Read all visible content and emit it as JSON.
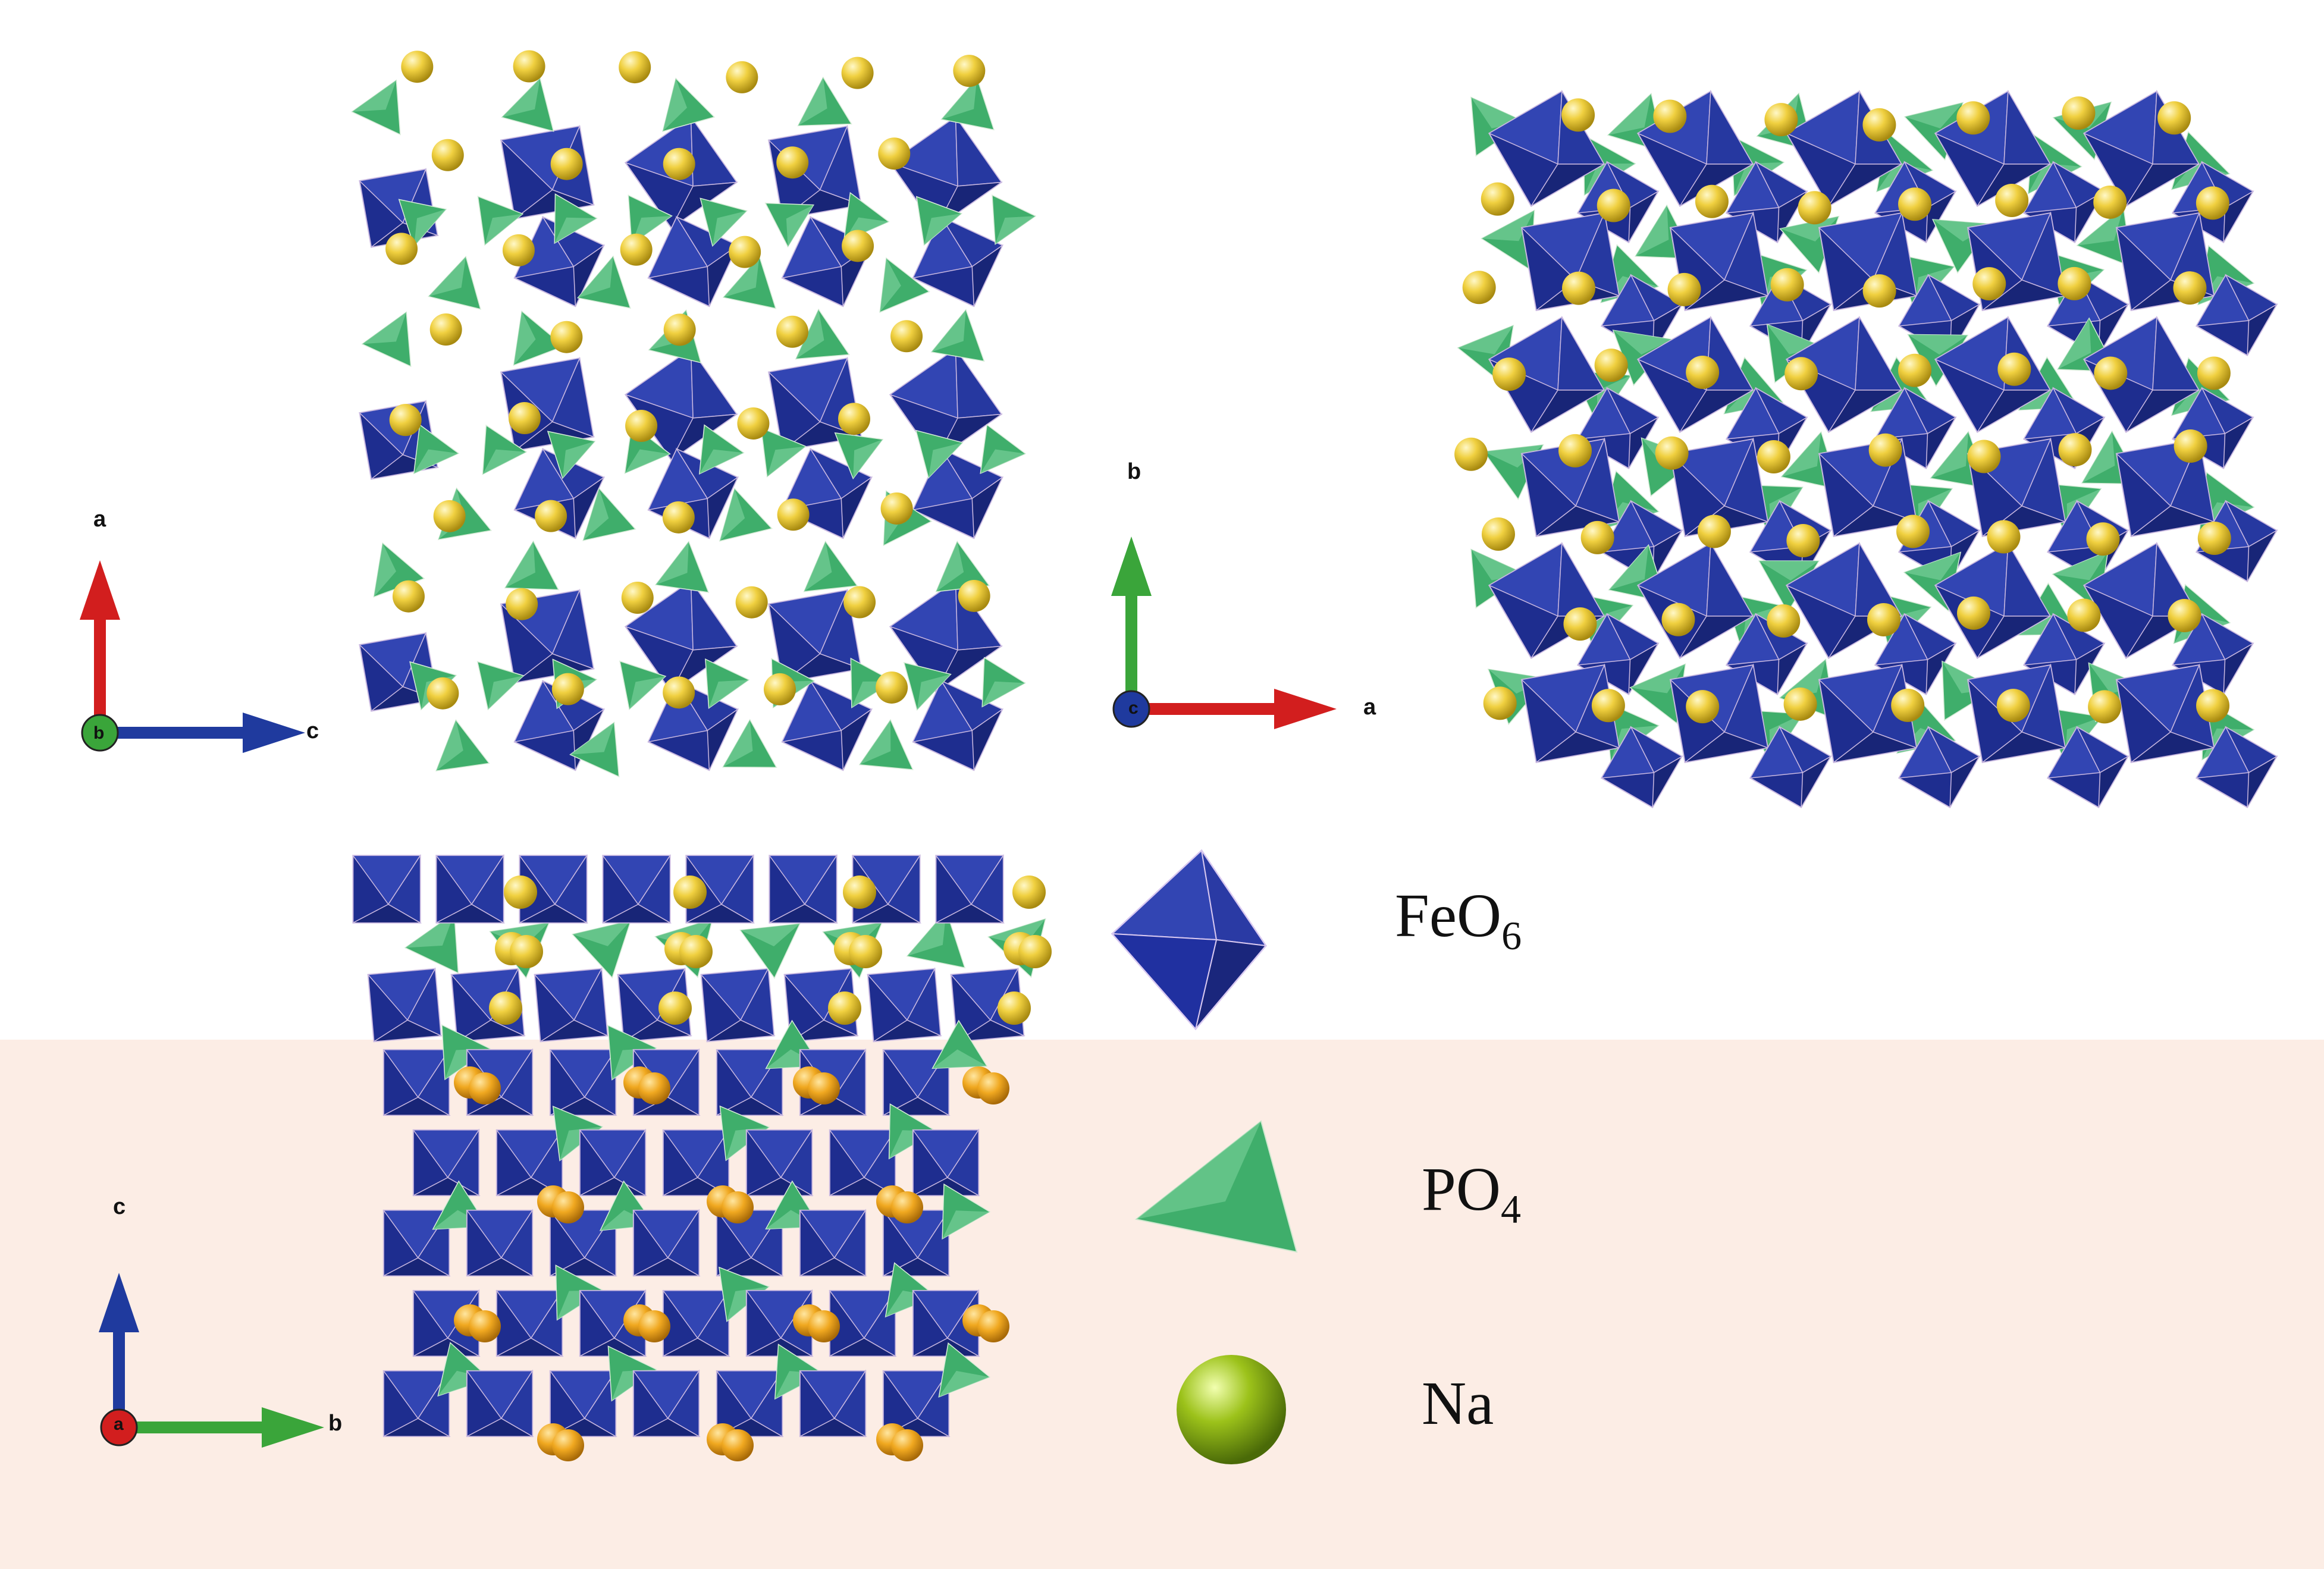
{
  "colors": {
    "feo6": "#1e2d8f",
    "feo6_light": "#3245b3",
    "po4": "#3fae6b",
    "po4_light": "#6cc88f",
    "na": "#f0d040",
    "axis_a": "#d21e1e",
    "axis_b": "#3aa53a",
    "axis_c": "#1f3a9e",
    "band": "#fcede5"
  },
  "views": [
    {
      "name": "view-b",
      "axis_labels": {
        "up": "a",
        "right": "c",
        "origin": "b"
      }
    },
    {
      "name": "view-c",
      "axis_labels": {
        "up": "b",
        "right": "a",
        "origin": "c"
      }
    },
    {
      "name": "view-a",
      "axis_labels": {
        "up": "c",
        "right": "b",
        "origin": "a"
      }
    }
  ],
  "legend": [
    {
      "key": "feo6",
      "main": "FeO",
      "sub": "6",
      "icon": "octahedron-icon"
    },
    {
      "key": "po4",
      "main": "PO",
      "sub": "4",
      "icon": "tetrahedron-icon"
    },
    {
      "key": "na",
      "main": "Na",
      "sub": "",
      "icon": "sphere-icon"
    }
  ]
}
